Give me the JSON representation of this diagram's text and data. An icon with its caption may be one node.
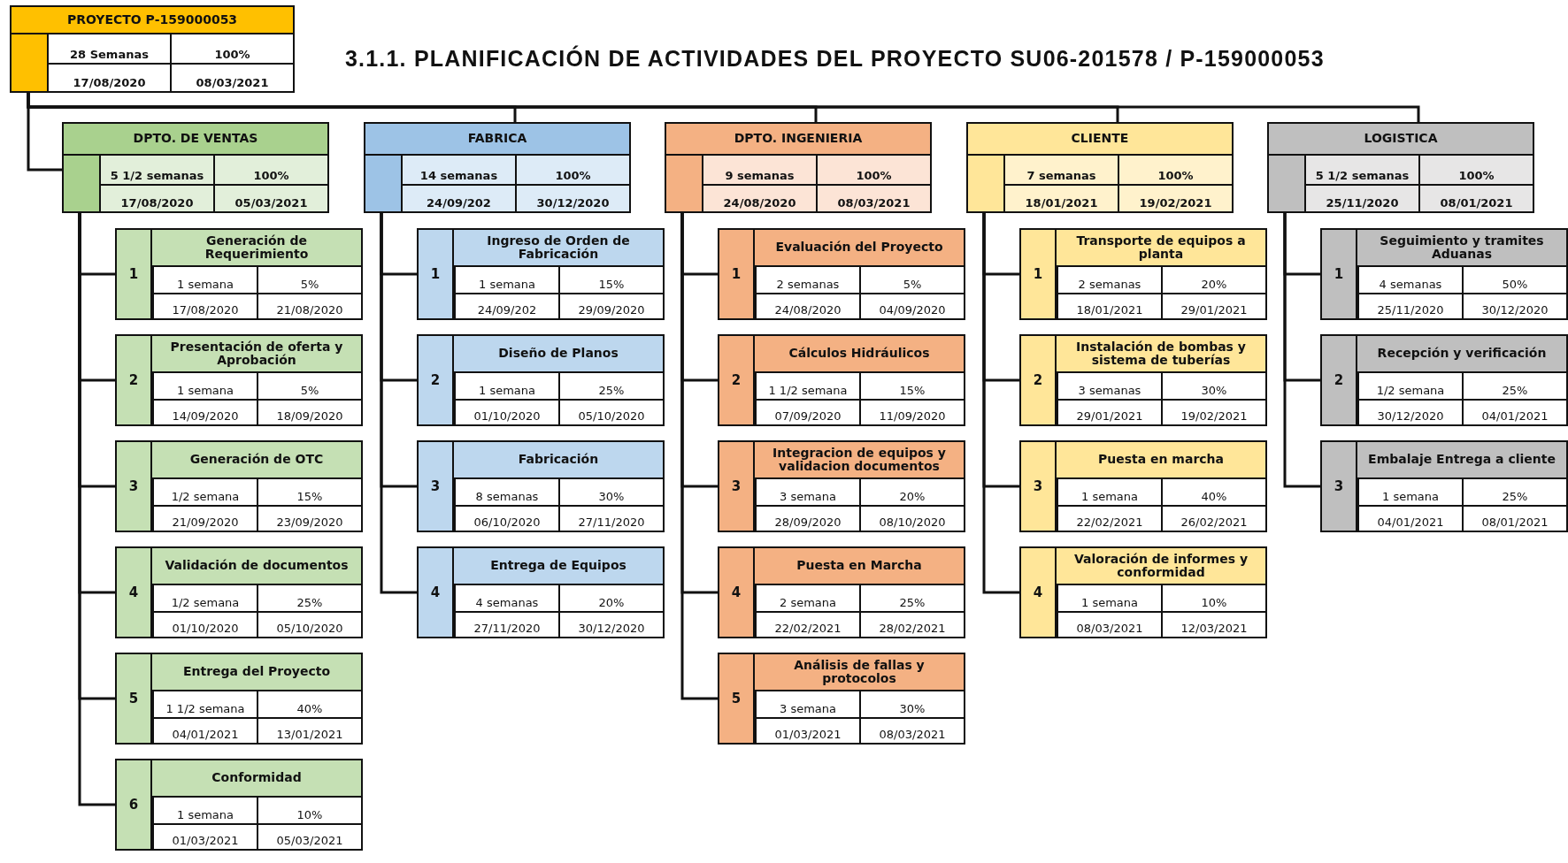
{
  "diagram": {
    "title": "3.1.1. PLANIFICACIÓN DE ACTIVIDADES DEL PROYECTO SU06-201578 / P-159000053",
    "nodes": [
      {
        "text": [
          "PROYECTO P-159000053",
          "28 Semanas",
          "100%",
          "17/08/2020",
          "08/03/2021"
        ]
      },
      {
        "text": [
          "DPTO. DE VENTAS",
          "5 1/2 semanas",
          "100%",
          "17/08/2020",
          "05/03/2021"
        ]
      },
      {
        "text": [
          "FABRICA",
          "14 semanas",
          "100%",
          "24/09/202",
          "30/12/2020"
        ]
      },
      {
        "text": [
          "DPTO. INGENIERIA",
          "9 semanas",
          "100%",
          "24/08/2020",
          "08/03/2021"
        ]
      },
      {
        "text": [
          "CLIENTE",
          "7 semanas",
          "100%",
          "18/01/2021",
          "19/02/2021"
        ]
      },
      {
        "text": [
          "LOGISTICA",
          "5 1/2 semanas",
          "100%",
          "25/11/2020",
          "08/01/2021"
        ]
      },
      {
        "text": [
          "1",
          "Generación de Requerimiento",
          "1 semana",
          "5%",
          "17/08/2020",
          "21/08/2020"
        ]
      },
      {
        "text": [
          "2",
          "Presentación de oferta y Aprobación",
          "1 semana",
          "5%",
          "14/09/2020",
          "18/09/2020"
        ]
      },
      {
        "text": [
          "3",
          "Generación de OTC",
          "1/2 semana",
          "15%",
          "21/09/2020",
          "23/09/2020"
        ]
      },
      {
        "text": [
          "4",
          "Validación de documentos",
          "1/2 semana",
          "25%",
          "01/10/2020",
          "05/10/2020"
        ]
      },
      {
        "text": [
          "5",
          "Entrega del Proyecto",
          "1 1/2 semana",
          "40%",
          "04/01/2021",
          "13/01/2021"
        ]
      },
      {
        "text": [
          "6",
          "Conformidad",
          "1 semana",
          "10%",
          "01/03/2021",
          "05/03/2021"
        ]
      },
      {
        "text": [
          "1",
          "Ingreso de Orden de Fabricación",
          "1 semana",
          "15%",
          "24/09/202",
          "29/09/2020"
        ]
      },
      {
        "text": [
          "2",
          "Diseño de Planos",
          "1 semana",
          "25%",
          "01/10/2020",
          "05/10/2020"
        ]
      },
      {
        "text": [
          "3",
          "Fabricación",
          "8 semanas",
          "30%",
          "06/10/2020",
          "27/11/2020"
        ]
      },
      {
        "text": [
          "4",
          "Entrega de Equipos",
          "4 semanas",
          "20%",
          "27/11/2020",
          "30/12/2020"
        ]
      },
      {
        "text": [
          "1",
          "Evaluación del Proyecto",
          "2 semanas",
          "5%",
          "24/08/2020",
          "04/09/2020"
        ]
      },
      {
        "text": [
          "2",
          "Cálculos Hidráulicos",
          "1 1/2 semana",
          "15%",
          "07/09/2020",
          "11/09/2020"
        ]
      },
      {
        "text": [
          "3",
          "Integracion de equipos y validacion documentos",
          "3 semana",
          "20%",
          "28/09/2020",
          "08/10/2020"
        ]
      },
      {
        "text": [
          "4",
          "Puesta en Marcha",
          "2 semana",
          "25%",
          "22/02/2021",
          "28/02/2021"
        ]
      },
      {
        "text": [
          "5",
          "Análisis de fallas y protocolos",
          "3 semana",
          "30%",
          "01/03/2021",
          "08/03/2021"
        ]
      },
      {
        "text": [
          "1",
          "Transporte de equipos a planta",
          "2 semanas",
          "20%",
          "18/01/2021",
          "29/01/2021"
        ]
      },
      {
        "text": [
          "2",
          "Instalación de bombas y sistema de tuberías",
          "3 semanas",
          "30%",
          "29/01/2021",
          "19/02/2021"
        ]
      },
      {
        "text": [
          "3",
          "Puesta en marcha",
          "1 semana",
          "40%",
          "22/02/2021",
          "26/02/2021"
        ]
      },
      {
        "text": [
          "4",
          "Valoración de informes y conformidad",
          "1 semana",
          "10%",
          "08/03/2021",
          "12/03/2021"
        ]
      },
      {
        "text": [
          "1",
          "Seguimiento y tramites Aduanas",
          "4 semanas",
          "50%",
          "25/11/2020",
          "30/12/2020"
        ]
      },
      {
        "text": [
          "2",
          "Recepción y verificación",
          "1/2 semana",
          "25%",
          "30/12/2020",
          "04/01/2021"
        ]
      },
      {
        "text": [
          "3",
          "Embalaje Entrega a cliente",
          "1 semana",
          "25%",
          "04/01/2021",
          "08/01/2021"
        ]
      }
    ],
    "edges": [
      {
        "from": 0,
        "to": 1,
        "arrow": "none"
      },
      {
        "from": 0,
        "to": 2,
        "arrow": "none"
      },
      {
        "from": 0,
        "to": 3,
        "arrow": "none"
      },
      {
        "from": 0,
        "to": 4,
        "arrow": "none"
      },
      {
        "from": 0,
        "to": 5,
        "arrow": "none"
      },
      {
        "from": 1,
        "to": 6,
        "arrow": "none"
      },
      {
        "from": 1,
        "to": 7,
        "arrow": "none"
      },
      {
        "from": 1,
        "to": 8,
        "arrow": "none"
      },
      {
        "from": 1,
        "to": 9,
        "arrow": "none"
      },
      {
        "from": 1,
        "to": 10,
        "arrow": "none"
      },
      {
        "from": 1,
        "to": 11,
        "arrow": "none"
      },
      {
        "from": 2,
        "to": 12,
        "arrow": "none"
      },
      {
        "from": 2,
        "to": 13,
        "arrow": "none"
      },
      {
        "from": 2,
        "to": 14,
        "arrow": "none"
      },
      {
        "from": 2,
        "to": 15,
        "arrow": "none"
      },
      {
        "from": 3,
        "to": 16,
        "arrow": "none"
      },
      {
        "from": 3,
        "to": 17,
        "arrow": "none"
      },
      {
        "from": 3,
        "to": 18,
        "arrow": "none"
      },
      {
        "from": 3,
        "to": 19,
        "arrow": "none"
      },
      {
        "from": 3,
        "to": 20,
        "arrow": "none"
      },
      {
        "from": 4,
        "to": 21,
        "arrow": "none"
      },
      {
        "from": 4,
        "to": 22,
        "arrow": "none"
      },
      {
        "from": 4,
        "to": 23,
        "arrow": "none"
      },
      {
        "from": 4,
        "to": 24,
        "arrow": "none"
      },
      {
        "from": 5,
        "to": 25,
        "arrow": "none"
      },
      {
        "from": 5,
        "to": 26,
        "arrow": "none"
      },
      {
        "from": 5,
        "to": 27,
        "arrow": "none"
      }
    ]
  }
}
